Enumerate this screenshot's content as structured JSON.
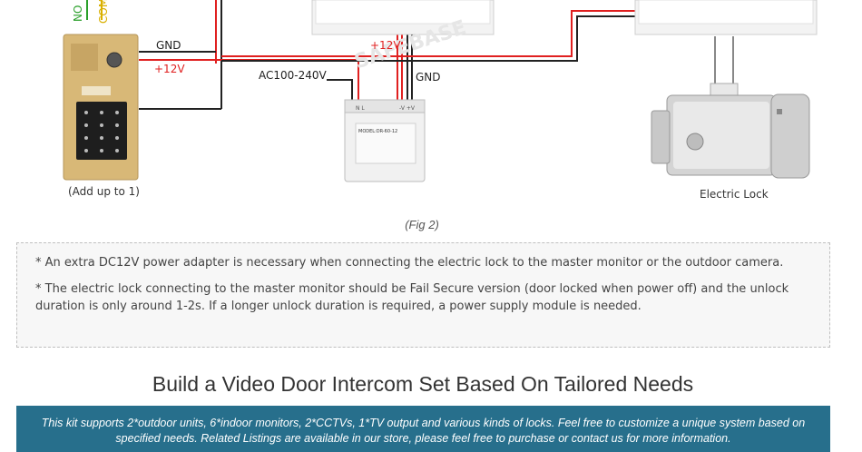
{
  "diagram": {
    "wire_labels": {
      "no": "NO",
      "com": "COM",
      "gnd_left": "GND",
      "plus12v_left": "+12V",
      "ac_input": "AC100-240V",
      "plus12v_center": "+12V",
      "gnd_center": "GND"
    },
    "outdoor_unit_note": "(Add up to 1)",
    "lock_label": "Electric Lock",
    "watermark": "SAFEBASE",
    "psu": {
      "terminals_top": "N L",
      "terminals_dc": "-V +V",
      "model": "MODEL:DR-60-12"
    }
  },
  "caption": "(Fig 2)",
  "notes": [
    "* An extra DC12V power adapter is necessary when connecting the electric lock to the master monitor or the outdoor camera.",
    "* The electric lock connecting to the master monitor should be Fail Secure version (door locked when power off) and the unlock duration is only around 1-2s. If a longer unlock duration is required, a power supply module is needed."
  ],
  "section_title": "Build a Video Door Intercom Set Based On Tailored Needs",
  "banner_text": "This kit supports 2*outdoor units, 6*indoor monitors, 2*CCTVs, 1*TV output and various kinds of locks. Feel free to customize a unique system based on specified needs. Related Listings are available in our store, please feel free to purchase or contact us for more information.",
  "colors": {
    "wire_red": "#e02020",
    "wire_black": "#222222",
    "wire_green": "#2aa02a",
    "wire_yellow": "#d9b000",
    "label_red": "#e02020",
    "banner": "#276f8c"
  }
}
